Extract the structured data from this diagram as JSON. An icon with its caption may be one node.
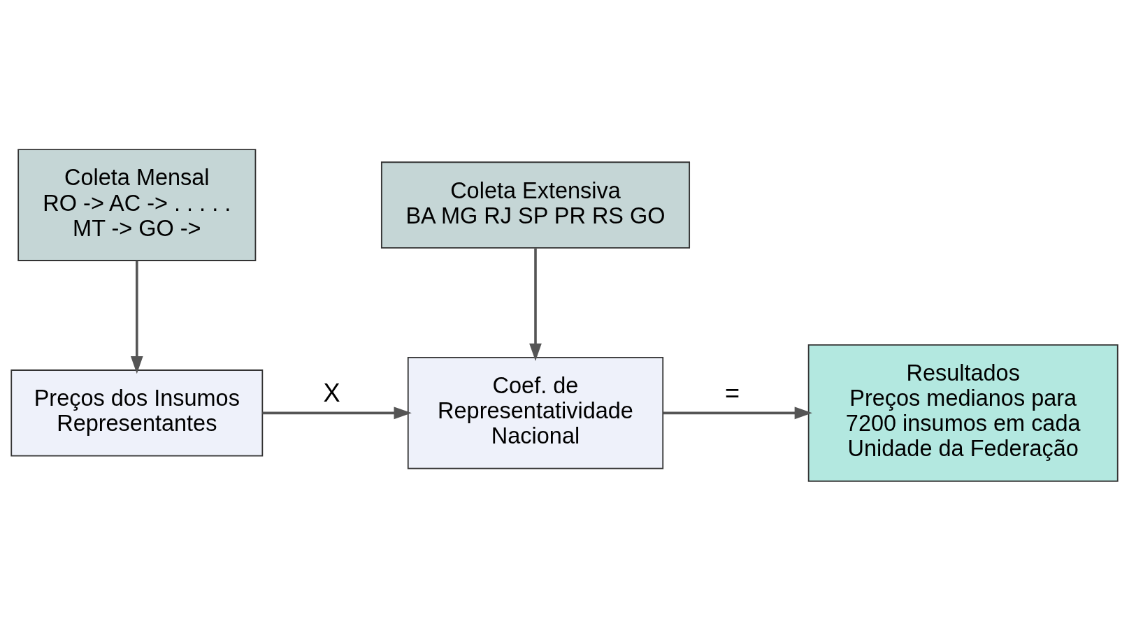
{
  "diagram": {
    "nodes": [
      {
        "text": [
          "Coleta Mensal",
          "RO -> AC -> . . . . . MT -> GO ->"
        ]
      },
      {
        "text": [
          "Coleta Extensiva",
          "BA MG RJ SP PR RS GO"
        ]
      },
      {
        "text": [
          "Preços dos Insumos Representantes"
        ]
      },
      {
        "text": [
          "Coef. de Representatividade Nacional"
        ]
      },
      {
        "text": [
          "Resultados",
          "Preços medianos para 7200 insumos em cada Unidade da Federação"
        ]
      }
    ],
    "edges": [
      {
        "from": 0,
        "to": 2,
        "arrow": "to"
      },
      {
        "from": 1,
        "to": 3,
        "arrow": "to"
      },
      {
        "from": 2,
        "to": 3,
        "arrow": "to",
        "label": "X"
      },
      {
        "from": 3,
        "to": 4,
        "arrow": "to",
        "label": "="
      }
    ]
  }
}
